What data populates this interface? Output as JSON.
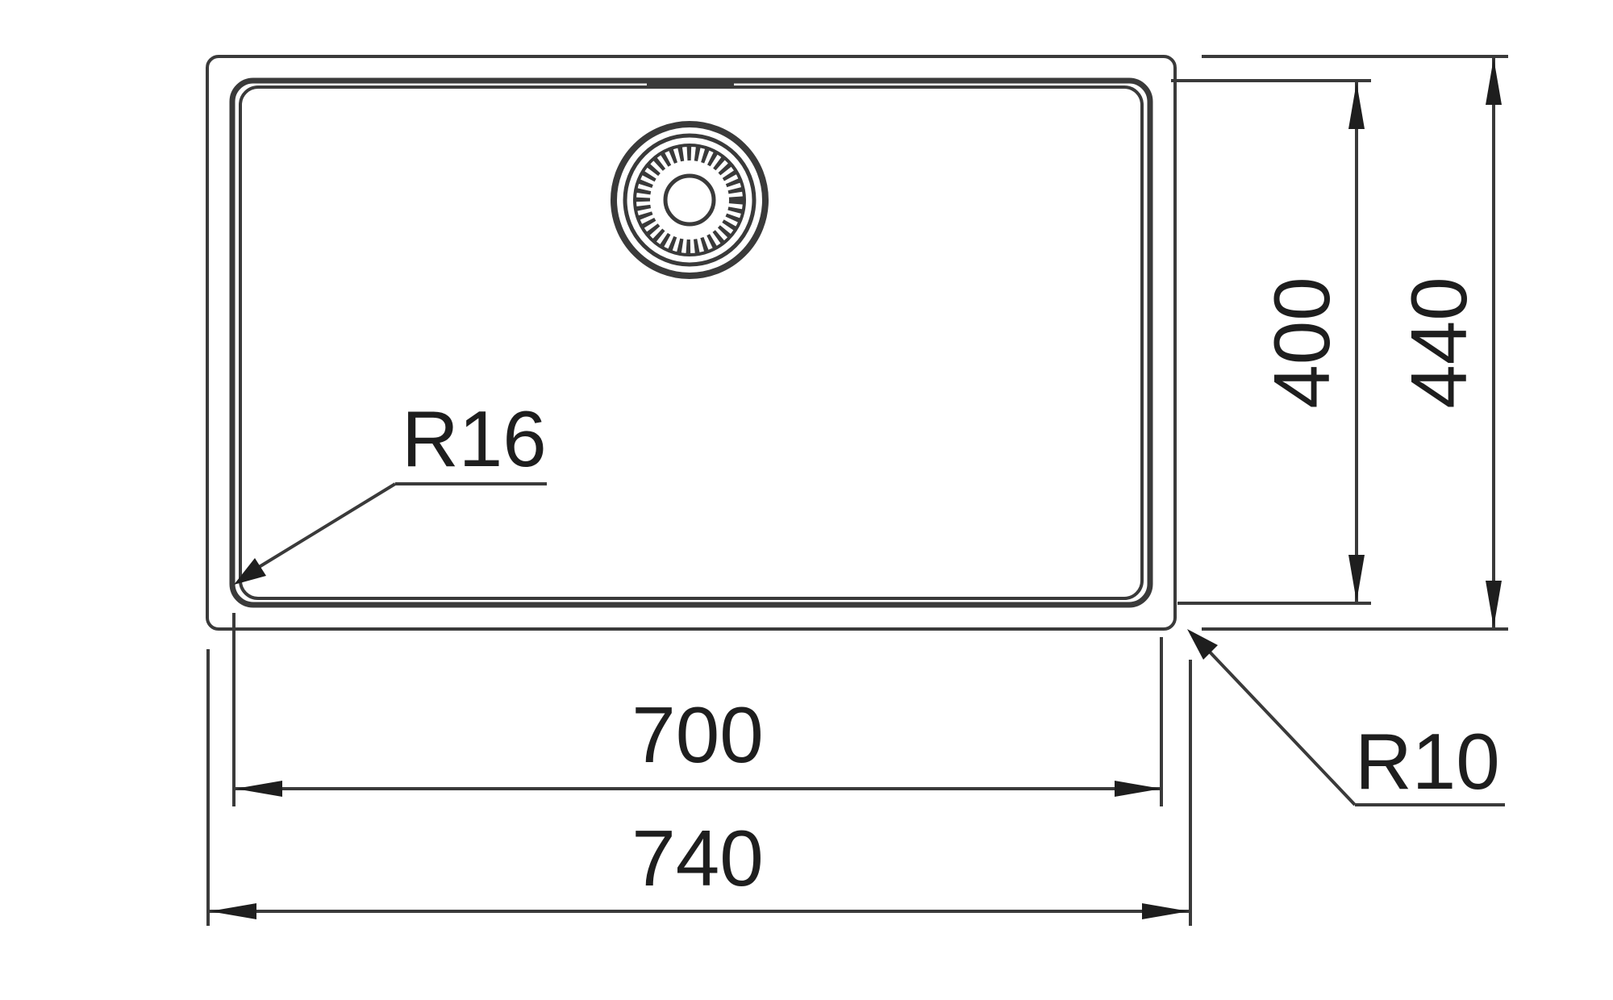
{
  "drawing": {
    "dimensions": {
      "inner_width": "700",
      "outer_width": "740",
      "inner_height": "400",
      "outer_height": "440",
      "inner_radius": "R16",
      "outer_radius": "R10"
    },
    "drain_icon": "strainer-drain-icon",
    "colors": {
      "line": "#3a3a3a",
      "text": "#1e1e1e",
      "background": "#ffffff"
    }
  }
}
